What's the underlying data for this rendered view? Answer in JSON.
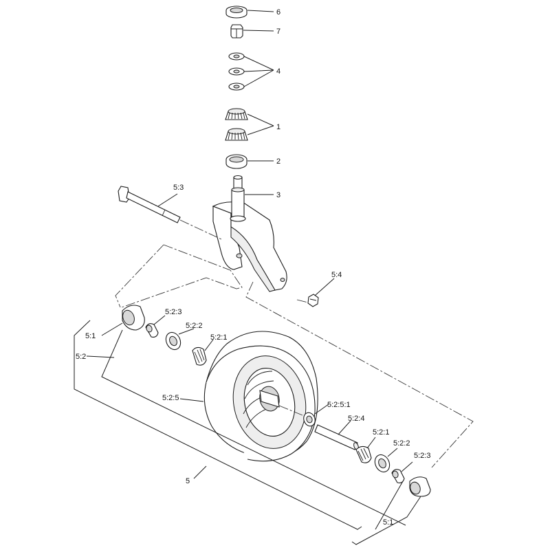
{
  "diagram": {
    "callouts": {
      "c6": "6",
      "c7": "7",
      "c4": "4",
      "c1": "1",
      "c2": "2",
      "c3": "3",
      "c53": "5:3",
      "c54": "5:4",
      "c51_top": "5:1",
      "c52": "5:2",
      "c523_left": "5:2:3",
      "c522_left": "5:2:2",
      "c521_left": "5:2:1",
      "c525": "5:2:5",
      "c5251": "5:2:5:1",
      "c524": "5:2:4",
      "c521_right": "5:2:1",
      "c522_right": "5:2:2",
      "c523_right": "5:2:3",
      "c5": "5",
      "c51_bottom": "5:1"
    }
  }
}
